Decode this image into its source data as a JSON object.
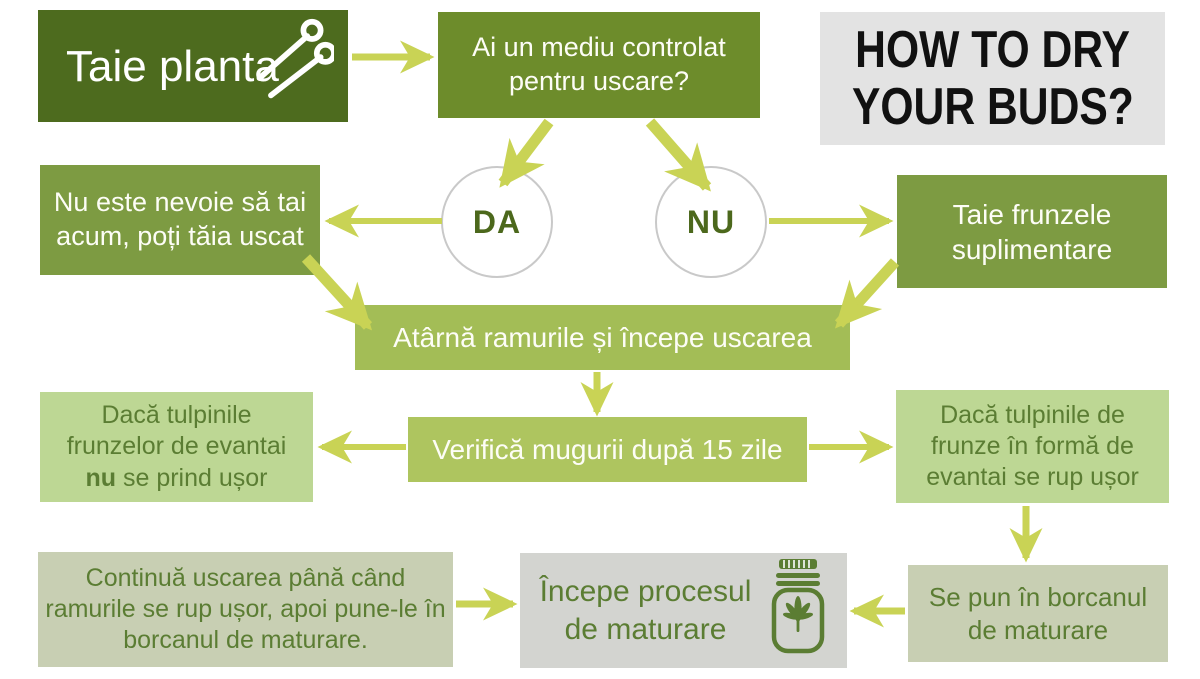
{
  "header": {
    "title_line1": "HOW TO DRY",
    "title_line2": "YOUR BUDS?"
  },
  "flow": {
    "cut_plant": "Taie planta",
    "question": "Ai un mediu controlat pentru uscare?",
    "answer_yes": "DA",
    "answer_no": "NU",
    "no_cut_needed": "Nu este nevoie să tai acum, poți tăia uscat",
    "trim_extra_leaves": "Taie frunzele suplimentare",
    "hang_branches": "Atârnă ramurile și începe uscarea",
    "check_buds": "Verifică mugurii după 15 zile",
    "left_condition": {
      "pre": "Dacă tulpinile frunzelor de evantai ",
      "emphasis": "nu",
      "post": " se prind ușor"
    },
    "right_condition": "Dacă tulpinile de frunze în formă de evantai se rup ușor",
    "continue_drying": "Continuă uscarea până când ramurile se rup ușor, apoi pune-le în borcanul de maturare.",
    "start_curing": "Începe procesul de maturare",
    "put_in_jar": "Se pun în borcanul de maturare"
  },
  "icons": {
    "scissors": "scissors-icon",
    "curing_jar": "curing-jar-icon"
  },
  "colors": {
    "dark_green": "#4d6b1e",
    "question_green": "#6d8c2b",
    "side_green": "#7d9b42",
    "bar_green": "#a3bd56",
    "check_green": "#aec55f",
    "light_green": "#bdd794",
    "sage": "#c8cfb3",
    "cure_gray": "#d3d4d0",
    "title_bg": "#e3e3e3",
    "arrow": "#c9d355",
    "dark_text": "#5b7d33",
    "circle_text": "#4c681c",
    "circle_border": "#c9c9c9"
  }
}
